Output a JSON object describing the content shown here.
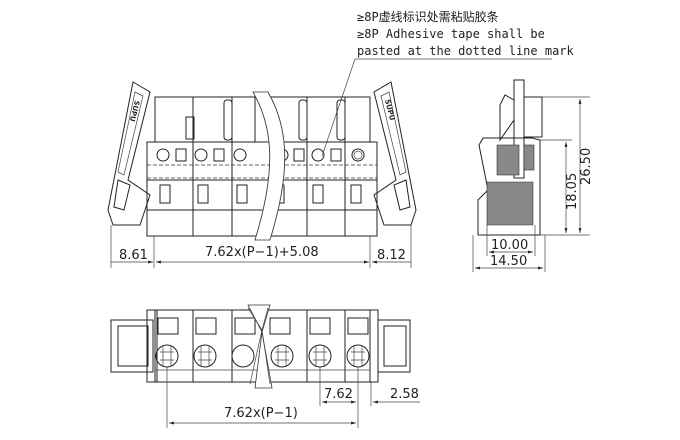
{
  "note": {
    "line_cn": "≥8P虚线标识处需粘贴胶条",
    "line_en_1": "≥8P Adhesive tape shall be",
    "line_en_2": "pasted at the dotted line mark"
  },
  "front_view": {
    "dim_left": "8.61",
    "dim_center": "7.62x(P−1)+5.08",
    "dim_right": "8.12",
    "latch_marking": "SUPU"
  },
  "side_view": {
    "dim_height_total": "26.50",
    "dim_height_partial": "18.05",
    "dim_width_inner": "10.00",
    "dim_width_total": "14.50"
  },
  "bottom_view": {
    "dim_pitch": "7.62",
    "dim_edge": "2.58",
    "dim_span": "7.62x(P−1)"
  }
}
